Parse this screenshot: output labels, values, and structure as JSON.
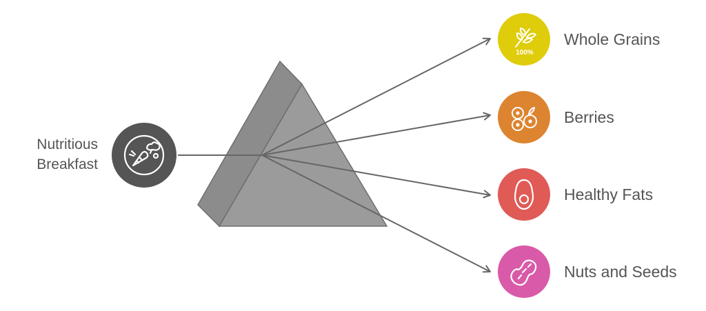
{
  "source": {
    "label_line1": "Nutritious",
    "label_line2": "Breakfast",
    "icon": "vegetables-plate-icon",
    "color": "#555555"
  },
  "prism": {
    "front_color": "#9b9b9b",
    "side_color": "#8c8c8c",
    "stroke_color": "#6e6e6e"
  },
  "outputs": [
    {
      "label": "Whole Grains",
      "icon": "wheat-100-percent-icon",
      "color": "#dfcc0b"
    },
    {
      "label": "Berries",
      "icon": "berries-icon",
      "color": "#dd8430"
    },
    {
      "label": "Healthy Fats",
      "icon": "avocado-icon",
      "color": "#e05a56"
    },
    {
      "label": "Nuts and Seeds",
      "icon": "peanut-icon",
      "color": "#d95aa8"
    }
  ],
  "badge_text": "100%"
}
